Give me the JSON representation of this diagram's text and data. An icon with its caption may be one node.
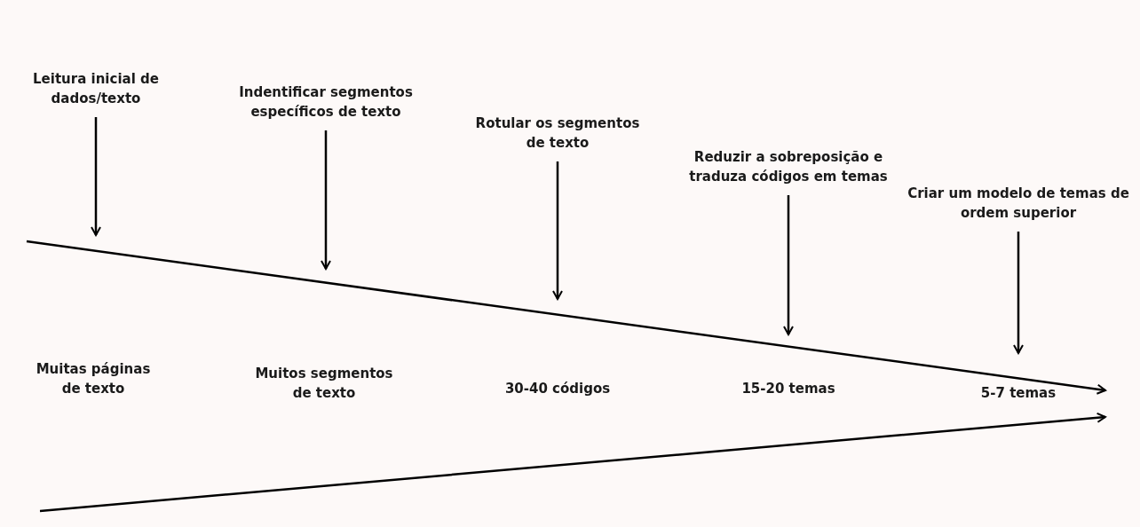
{
  "diagram": {
    "nodes": [
      {
        "text": [
          "Leitura inicial de dados/texto"
        ]
      },
      {
        "text": [
          "Indentificar segmentos específicos de texto"
        ]
      },
      {
        "text": [
          "Rotular os segmentos de texto"
        ]
      },
      {
        "text": [
          "Reduzir a sobreposição e traduza códigos em temas"
        ]
      },
      {
        "text": [
          "Criar um modelo de temas de ordem superior"
        ]
      }
    ],
    "edges": [
      {
        "from": 0,
        "to": null,
        "arrow": "to"
      },
      {
        "from": 1,
        "to": null,
        "arrow": "to"
      },
      {
        "from": 2,
        "to": null,
        "arrow": "to"
      },
      {
        "from": 3,
        "to": null,
        "arrow": "to"
      },
      {
        "from": 4,
        "to": null,
        "arrow": "to"
      }
    ],
    "labels": [
      "Muitas páginas de texto",
      "Muitos segmentos de texto",
      "30-40 códigos",
      "15-20 temas",
      "5-7 temas"
    ]
  }
}
